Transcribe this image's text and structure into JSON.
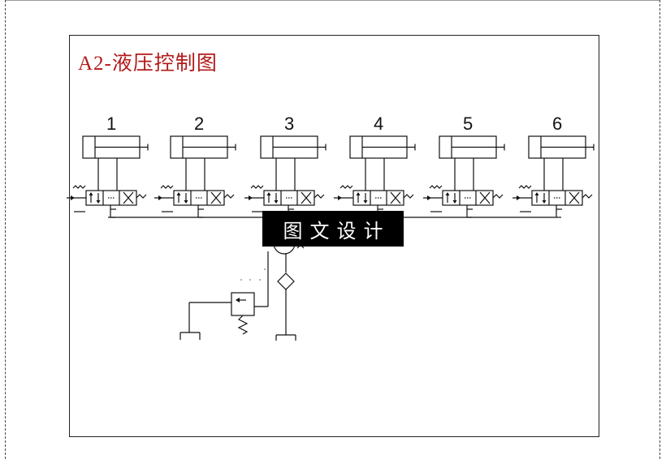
{
  "title": "A2-液压控制图",
  "cylinder_labels": [
    "1",
    "2",
    "3",
    "4",
    "5",
    "6"
  ],
  "watermark": "图文设计"
}
